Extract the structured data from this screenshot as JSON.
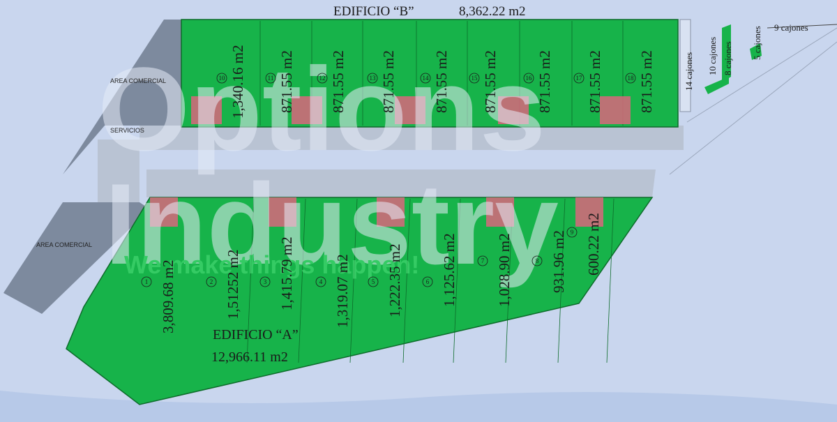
{
  "building_b": {
    "title": "EDIFICIO “B”",
    "area": "8,362.22 m2",
    "units": [
      {
        "num": "10",
        "area": "1,340.16 m2"
      },
      {
        "num": "11",
        "area": "871.55 m2"
      },
      {
        "num": "12",
        "area": "871.55 m2"
      },
      {
        "num": "13",
        "area": "871.55 m2"
      },
      {
        "num": "14",
        "area": "871.55 m2"
      },
      {
        "num": "15",
        "area": "871.55 m2"
      },
      {
        "num": "16",
        "area": "871.55 m2"
      },
      {
        "num": "17",
        "area": "871.55 m2"
      },
      {
        "num": "18",
        "area": "871.55 m2"
      }
    ]
  },
  "building_a": {
    "title": "EDIFICIO “A”",
    "area": "12,966.11 m2",
    "units": [
      {
        "num": "1",
        "area": "3,809.68 m2"
      },
      {
        "num": "2",
        "area": "1,51252 m2"
      },
      {
        "num": "3",
        "area": "1,415.79 m2"
      },
      {
        "num": "4",
        "area": "1,319.07 m2"
      },
      {
        "num": "5",
        "area": "1,222.35 m2"
      },
      {
        "num": "6",
        "area": "1,125.62 m2"
      },
      {
        "num": "7",
        "area": "1,028.90 m2"
      },
      {
        "num": "8",
        "area": "931.96 m2"
      },
      {
        "num": "9",
        "area": "600.22 m2"
      }
    ]
  },
  "parking": [
    "14 cajones",
    "10 cajones",
    "8 cajones",
    "5 cajones",
    "9 cajones"
  ],
  "zones": {
    "area_comercial_top": "AREA COMERCIAL",
    "servicios": "SERVICIOS",
    "area_comercial_bottom": "AREA COMERCIAL"
  },
  "watermark": {
    "line1": "Options",
    "line2": "Industry",
    "tagline": "We make things happen!"
  },
  "colors": {
    "background": "#c9d6ee",
    "building": "#17b34a",
    "dock": "#d9667d",
    "road": "#b9c3d3",
    "grey_zone": "#7d8a9e"
  }
}
